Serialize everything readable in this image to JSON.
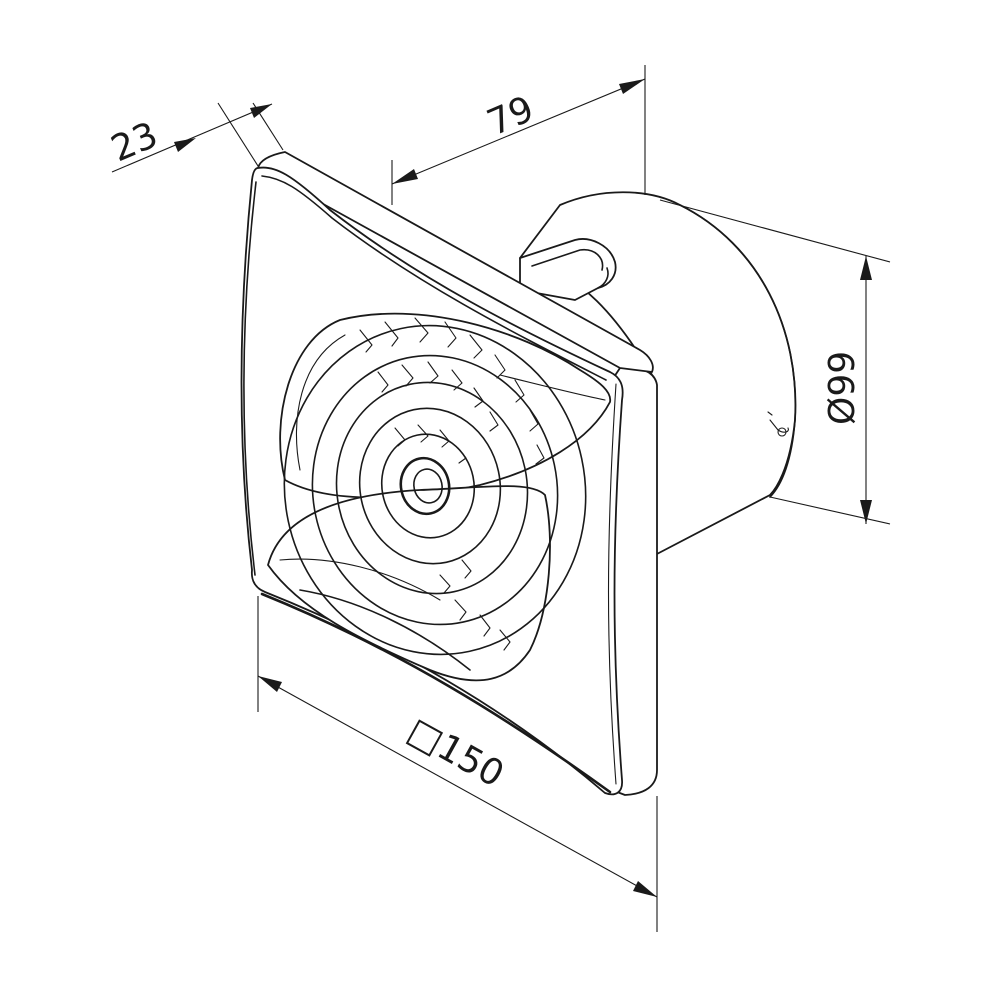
{
  "dimensions": {
    "depth_flange": "23",
    "depth_total": "79",
    "duct_diameter": "Ø99",
    "face_size": "□150"
  }
}
